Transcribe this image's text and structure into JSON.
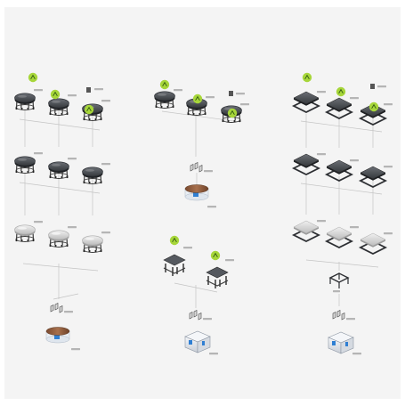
{
  "colors": {
    "background": "#f4f4f4",
    "connector": "#c4c4c4",
    "badge_green": "#a7d63a",
    "table_dark": "#4a4d52",
    "table_light": "#dcdcdc",
    "wood": "#8e5a3c",
    "frame": "#2d2f33"
  },
  "columns": [
    {
      "label": "round-tables",
      "rows": [
        {
          "style": "dark-round",
          "items": [
            {
              "badge": true
            },
            {
              "badge": true
            },
            {
              "badge": true
            }
          ],
          "extra": true
        },
        {
          "style": "dark-round",
          "items": [
            {
              "badge": false
            },
            {
              "badge": false
            },
            {
              "badge": false
            }
          ]
        },
        {
          "style": "light-round",
          "items": [
            {
              "badge": false
            },
            {
              "badge": false
            },
            {
              "badge": false
            }
          ]
        }
      ],
      "base": "wood-disc"
    },
    {
      "label": "round-tables-single",
      "rows": [
        {
          "style": "dark-round",
          "items": [
            {
              "badge": true
            },
            {
              "badge": true
            },
            {
              "badge": true
            }
          ],
          "extra": true
        }
      ],
      "mid_base": "wood-disc",
      "rows2": [
        {
          "style": "dark-frame",
          "items": [
            {
              "badge": true
            },
            {
              "badge": true
            }
          ]
        }
      ],
      "base": "box-module"
    },
    {
      "label": "square-tables",
      "rows": [
        {
          "style": "dark-square",
          "items": [
            {
              "badge": true
            },
            {
              "badge": true
            },
            {
              "badge": true
            }
          ],
          "extra": true
        },
        {
          "style": "dark-square",
          "items": [
            {
              "badge": false
            },
            {
              "badge": false
            },
            {
              "badge": false
            }
          ]
        },
        {
          "style": "light-square",
          "items": [
            {
              "badge": false
            },
            {
              "badge": false
            },
            {
              "badge": false
            }
          ]
        }
      ],
      "base": "box-module"
    }
  ]
}
